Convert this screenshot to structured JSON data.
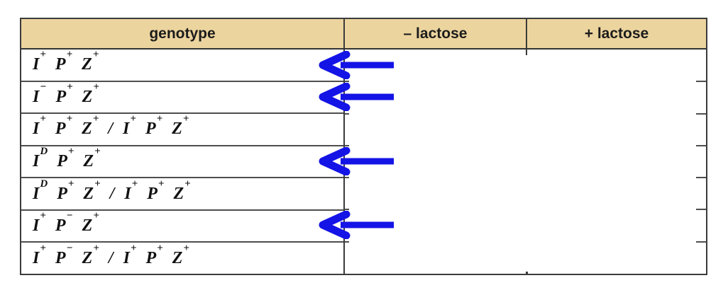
{
  "table": {
    "columns": [
      {
        "label": "genotype"
      },
      {
        "label": "– lactose"
      },
      {
        "label": "+ lactose"
      }
    ],
    "rows": [
      {
        "genotype": "I^+ P^+ Z^+",
        "arrow": true,
        "minus_lactose": "",
        "plus_lactose": ""
      },
      {
        "genotype": "I^− P^+ Z^+",
        "arrow": true,
        "minus_lactose": "",
        "plus_lactose": ""
      },
      {
        "genotype": "I^+ P^+ Z^+ / I^+ P^+ Z^+",
        "arrow": false,
        "minus_lactose": "",
        "plus_lactose": ""
      },
      {
        "genotype": "I^D P^+ Z^+",
        "arrow": true,
        "minus_lactose": "",
        "plus_lactose": ""
      },
      {
        "genotype": "I^D P^+ Z^+ / I^+ P^+ Z^+",
        "arrow": false,
        "minus_lactose": "",
        "plus_lactose": ""
      },
      {
        "genotype": "I^+ P^− Z^+",
        "arrow": true,
        "minus_lactose": "",
        "plus_lastose": ""
      },
      {
        "genotype": "I^+ P^− Z^+ / I^+ P^+ Z^+",
        "arrow": false,
        "minus_lactose": "",
        "plus_lactose": ""
      }
    ],
    "icons": {
      "arrow": "left-arrow-icon"
    },
    "colors": {
      "header_bg": "#ecd49e",
      "border": "#3b3b3b",
      "row_line": "#4e4e4e",
      "arrow_blue": "#1414e6",
      "header_text": "#1c1c1c",
      "genotype_text": "#111111"
    }
  }
}
